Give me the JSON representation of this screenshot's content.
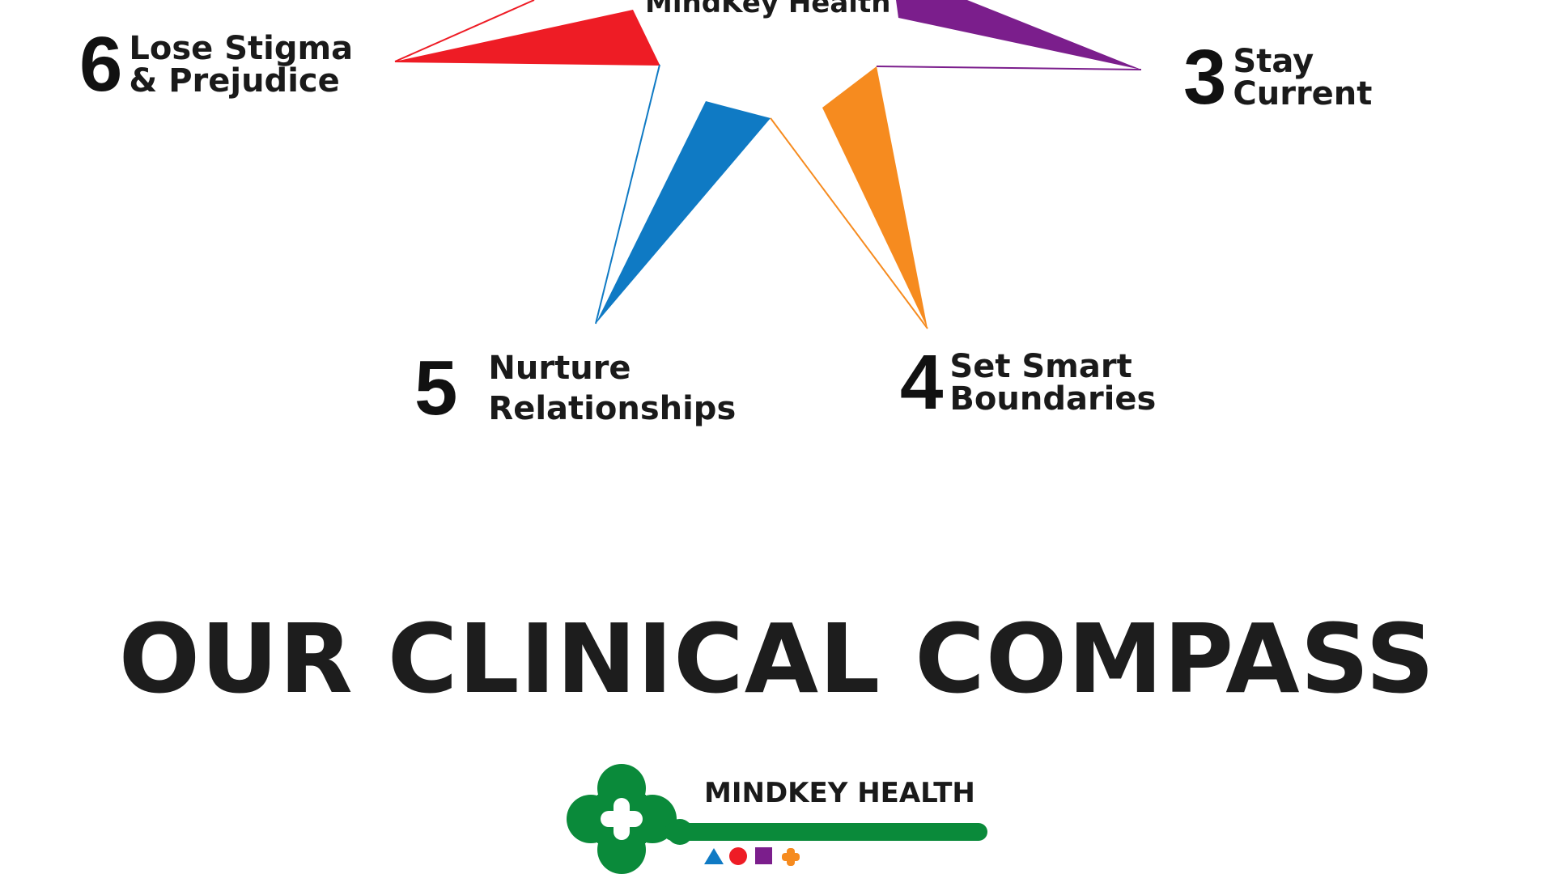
{
  "hub": {
    "label": "MindKey Health"
  },
  "points": [
    {
      "id": "lose-stigma",
      "number": "6",
      "line1": "Lose Stigma",
      "line2": "& Prejudice",
      "color": "#ee1c25"
    },
    {
      "id": "stay-current",
      "number": "3",
      "line1": "Stay",
      "line2": "Current",
      "color": "#7b1e8c"
    },
    {
      "id": "nurture-relationships",
      "number": "5",
      "line1": "Nurture",
      "line2": "Relationships",
      "color": "#0f7ac4"
    },
    {
      "id": "set-smart-boundaries",
      "number": "4",
      "line1": "Set Smart",
      "line2": "Boundaries",
      "color": "#f68b1f"
    }
  ],
  "title": "OUR CLINICAL COMPASS",
  "brand": {
    "name": "MINDKEY HEALTH",
    "key_color": "#0a8a3a",
    "shape_icons": [
      {
        "name": "triangle-icon",
        "color": "#0f7ac4"
      },
      {
        "name": "circle-icon",
        "color": "#ee1c25"
      },
      {
        "name": "square-icon",
        "color": "#7b1e8c"
      },
      {
        "name": "cross-icon",
        "color": "#f68b1f"
      }
    ]
  }
}
